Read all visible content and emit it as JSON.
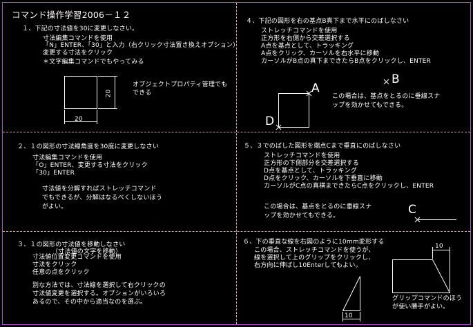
{
  "title": "コマンド操作学習2006－１２",
  "q1": {
    "heading": "１、下記の寸法値を30に変更しなさい。",
    "l1": "寸法編集コマンドを使用",
    "l2": "「N」ENTER、「30」と入力（右クリック寸法置き換えオプション）",
    "l3": "変更する寸法をクリック",
    "l4": "＊文字編集コマンドでもやってみる",
    "dim_bottom": "20",
    "dim_right": "20",
    "note1": "オブジェクトプロパティ管理でも",
    "note2": "できる"
  },
  "q2": {
    "heading": "２、１の図形の寸法線角度を30度に変更しなさい",
    "l1": "寸法編集コマンドを使用",
    "l2": "「O」ENTER、変更する寸法をクリック",
    "l3": "「30」ENTER",
    "l4": "寸法値を分解すればストレッチコマンド",
    "l5": "でもできるが、分解はなるべくしないほう",
    "l6": "がよい。"
  },
  "q3": {
    "heading": "３、１の図形の寸法値を移動しなさい",
    "sub": "（寸法値の文字を移動）",
    "l1": "寸法値位置変更コマンドを使用",
    "l2": "寸法をクリック",
    "l3": "任意の点をクリック",
    "l4": "別な方法では、寸法線を選択して右クリックの",
    "l5": "寸法値変更を選択する。オプションがいろいろ",
    "l6": "あるので、その中から適当なのを選ぶ。"
  },
  "q4": {
    "heading": "４、下記の図形を右の基点B真下まで水平にのばしなさい",
    "l1": "ストレッチコマンドを使用",
    "l2": "正方形を右側から交差選択する",
    "l3": "A点を基点として、トラッキング",
    "l4": "A点をクリック、カーソルを右水平に移動",
    "l5": "カーソルがB点の真下まできたらB点をクリックし、ENTER",
    "label_a": "A",
    "label_b": "B",
    "label_d": "D",
    "note1": "この場合は、基点をとるのに垂線スナ",
    "note2": "ップを効かせてもできる。"
  },
  "q5": {
    "heading": "５、３でのばした図形を端点Cまで垂直にのばしなさい",
    "l1": "ストレッチコマンドを使用",
    "l2": "正方形の下側部分を交差選択する",
    "l3": "D点を基点として、トラッキング",
    "l4": "D点をクリック、カーソルを下垂直に移動",
    "l5": "カーソルがC点の真横まできたらC点をクリックし、ENTER",
    "label_c": "C",
    "note1": "この場合は、基点をとるのに垂線スナ",
    "note2": "ップを効かせてもできる。"
  },
  "q6": {
    "heading": "６、下の垂直な線を右図のように10mm変形する",
    "l1": "この場合、ストレッチコマンドを使うが、",
    "l2": "線を選択して上のグリップをクリックし、",
    "l3": "右方向に伸ばし10Enterしてもよい。",
    "dim_left": "10",
    "dim_right": "10",
    "note1": "グリップコマンドのほう",
    "note2": "が使い勝手がよい。"
  }
}
